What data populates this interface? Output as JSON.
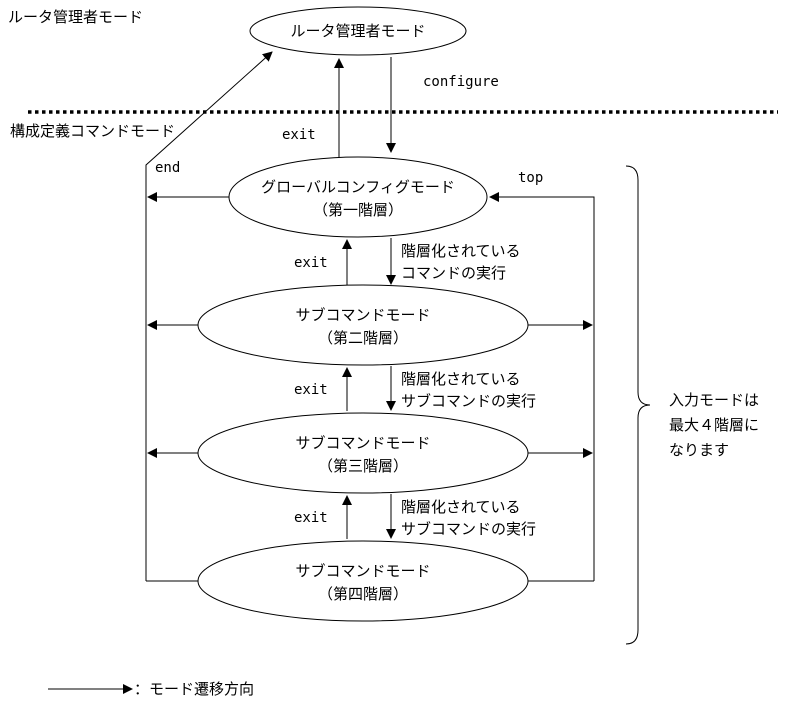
{
  "regions": {
    "router_admin_mode": "ルータ管理者モード",
    "config_definition_mode": "構成定義コマンドモード"
  },
  "nodes": {
    "router_admin": {
      "label": "ルータ管理者モード"
    },
    "global_config": {
      "label": "グローバルコンフィグモード",
      "level": "（第一階層）"
    },
    "sub2": {
      "label": "サブコマンドモード",
      "level": "（第二階層）"
    },
    "sub3": {
      "label": "サブコマンドモード",
      "level": "（第三階層）"
    },
    "sub4": {
      "label": "サブコマンドモード",
      "level": "（第四階層）"
    }
  },
  "transitions": {
    "configure": "configure",
    "exit": "exit",
    "end": "end",
    "top": "top",
    "to_level2_line1": "階層化されている",
    "to_level2_line2": "コマンドの実行",
    "to_level3_line1": "階層化されている",
    "to_level3_line2": "サブコマンドの実行",
    "to_level4_line1": "階層化されている",
    "to_level4_line2": "サブコマンドの実行"
  },
  "note": {
    "line1": "入力モードは",
    "line2": "最大４階層に",
    "line3": "なります"
  },
  "legend": {
    "text": "：モード遷移方向"
  }
}
